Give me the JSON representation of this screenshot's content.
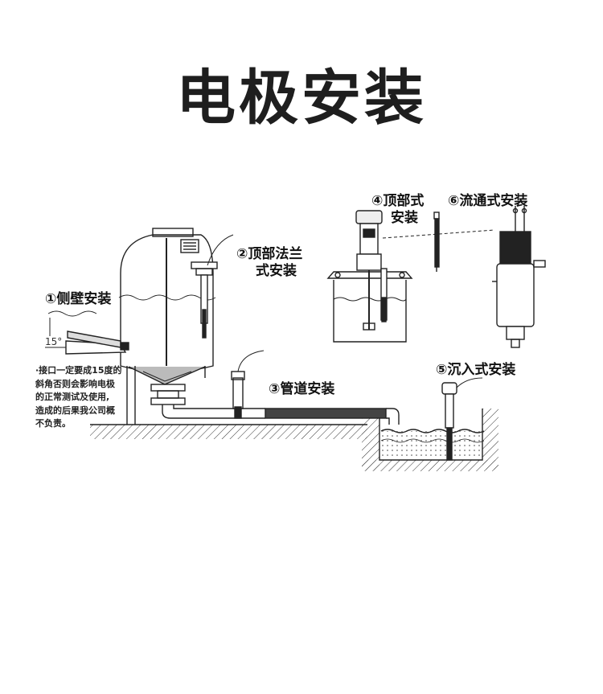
{
  "title": "电极安装",
  "labels": {
    "side_wall": "①侧壁安装",
    "top_flange_line1": "②顶部法兰",
    "top_flange_line2": "式安装",
    "pipeline": "③管道安装",
    "top_line1": "④顶部式",
    "top_line2": "安装",
    "immersion": "⑤沉入式安装",
    "flow_through": "⑥流通式安装"
  },
  "angle_label": "15°",
  "note_lines": [
    "·接口一定要成15度的",
    "斜角否则会影响电极",
    "的正常测试及使用,",
    "造成的后果我公司概",
    "不负责。"
  ]
}
